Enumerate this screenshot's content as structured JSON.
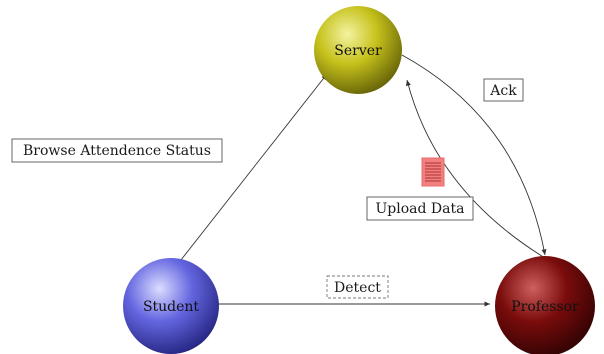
{
  "nodes": {
    "server": {
      "label": "Server",
      "color": "#b8b417"
    },
    "student": {
      "label": "Student",
      "color": "#5a5cd8"
    },
    "professor": {
      "label": "Professor",
      "color": "#7a0c0c"
    }
  },
  "edges": {
    "browse_label": "Browse Attendence Status",
    "ack_label": "Ack",
    "upload_label": "Upload Data",
    "detect_label": "Detect"
  },
  "icons": {
    "document": {
      "name": "document-icon",
      "color": "#f08080"
    }
  }
}
